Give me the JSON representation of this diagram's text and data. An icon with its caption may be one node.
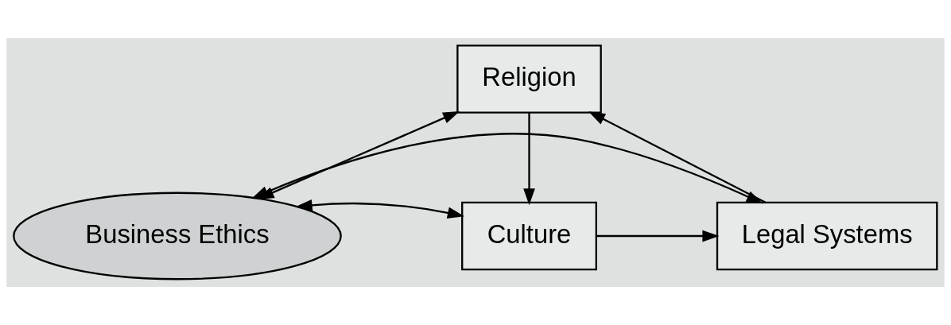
{
  "diagram": {
    "nodes": [
      {
        "text": [
          "Religion"
        ]
      },
      {
        "text": [
          "Legal Systems"
        ]
      },
      {
        "text": [
          "Business Ethics"
        ]
      },
      {
        "text": [
          "Culture"
        ]
      }
    ],
    "edges": [
      {
        "from": 1,
        "to": 0,
        "arrow": "to"
      },
      {
        "from": 0,
        "to": 3,
        "arrow": "to"
      },
      {
        "from": 3,
        "to": 1,
        "arrow": "to"
      },
      {
        "from": 0,
        "to": 2,
        "arrow": "both"
      },
      {
        "from": 1,
        "to": 2,
        "arrow": "both"
      },
      {
        "from": 2,
        "to": 3,
        "arrow": "both"
      }
    ]
  }
}
